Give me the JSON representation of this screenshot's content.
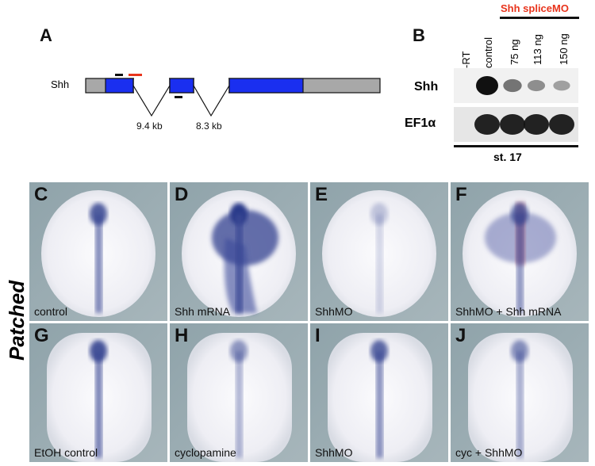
{
  "panel_a": {
    "label": "A",
    "gene": "Shh",
    "intron_sizes": [
      "9.4 kb",
      "8.3 kb"
    ],
    "colors": {
      "exon": "#1a2ff0",
      "utr": "#a8a8a8",
      "mo": "#e8341c"
    }
  },
  "panel_b": {
    "label": "B",
    "group_label": "Shh spliceMO",
    "lanes": [
      "-RT",
      "control",
      "75 ng",
      "113 ng",
      "150 ng"
    ],
    "rows": [
      "Shh",
      "EF1α"
    ],
    "stage": "st. 17",
    "shh_band_intensity": [
      0,
      1.0,
      0.45,
      0.3,
      0.2
    ],
    "ef1a_band_intensity": [
      0,
      1.0,
      1.0,
      1.0,
      1.0
    ]
  },
  "side_label": "Patched",
  "panels": [
    {
      "label": "C",
      "caption": "control"
    },
    {
      "label": "D",
      "caption": "Shh mRNA"
    },
    {
      "label": "E",
      "caption": "ShhMO"
    },
    {
      "label": "F",
      "caption": "ShhMO + Shh mRNA"
    },
    {
      "label": "G",
      "caption": "EtOH control"
    },
    {
      "label": "H",
      "caption": "cyclopamine"
    },
    {
      "label": "I",
      "caption": "ShhMO"
    },
    {
      "label": "J",
      "caption": "cyc + ShhMO"
    }
  ]
}
